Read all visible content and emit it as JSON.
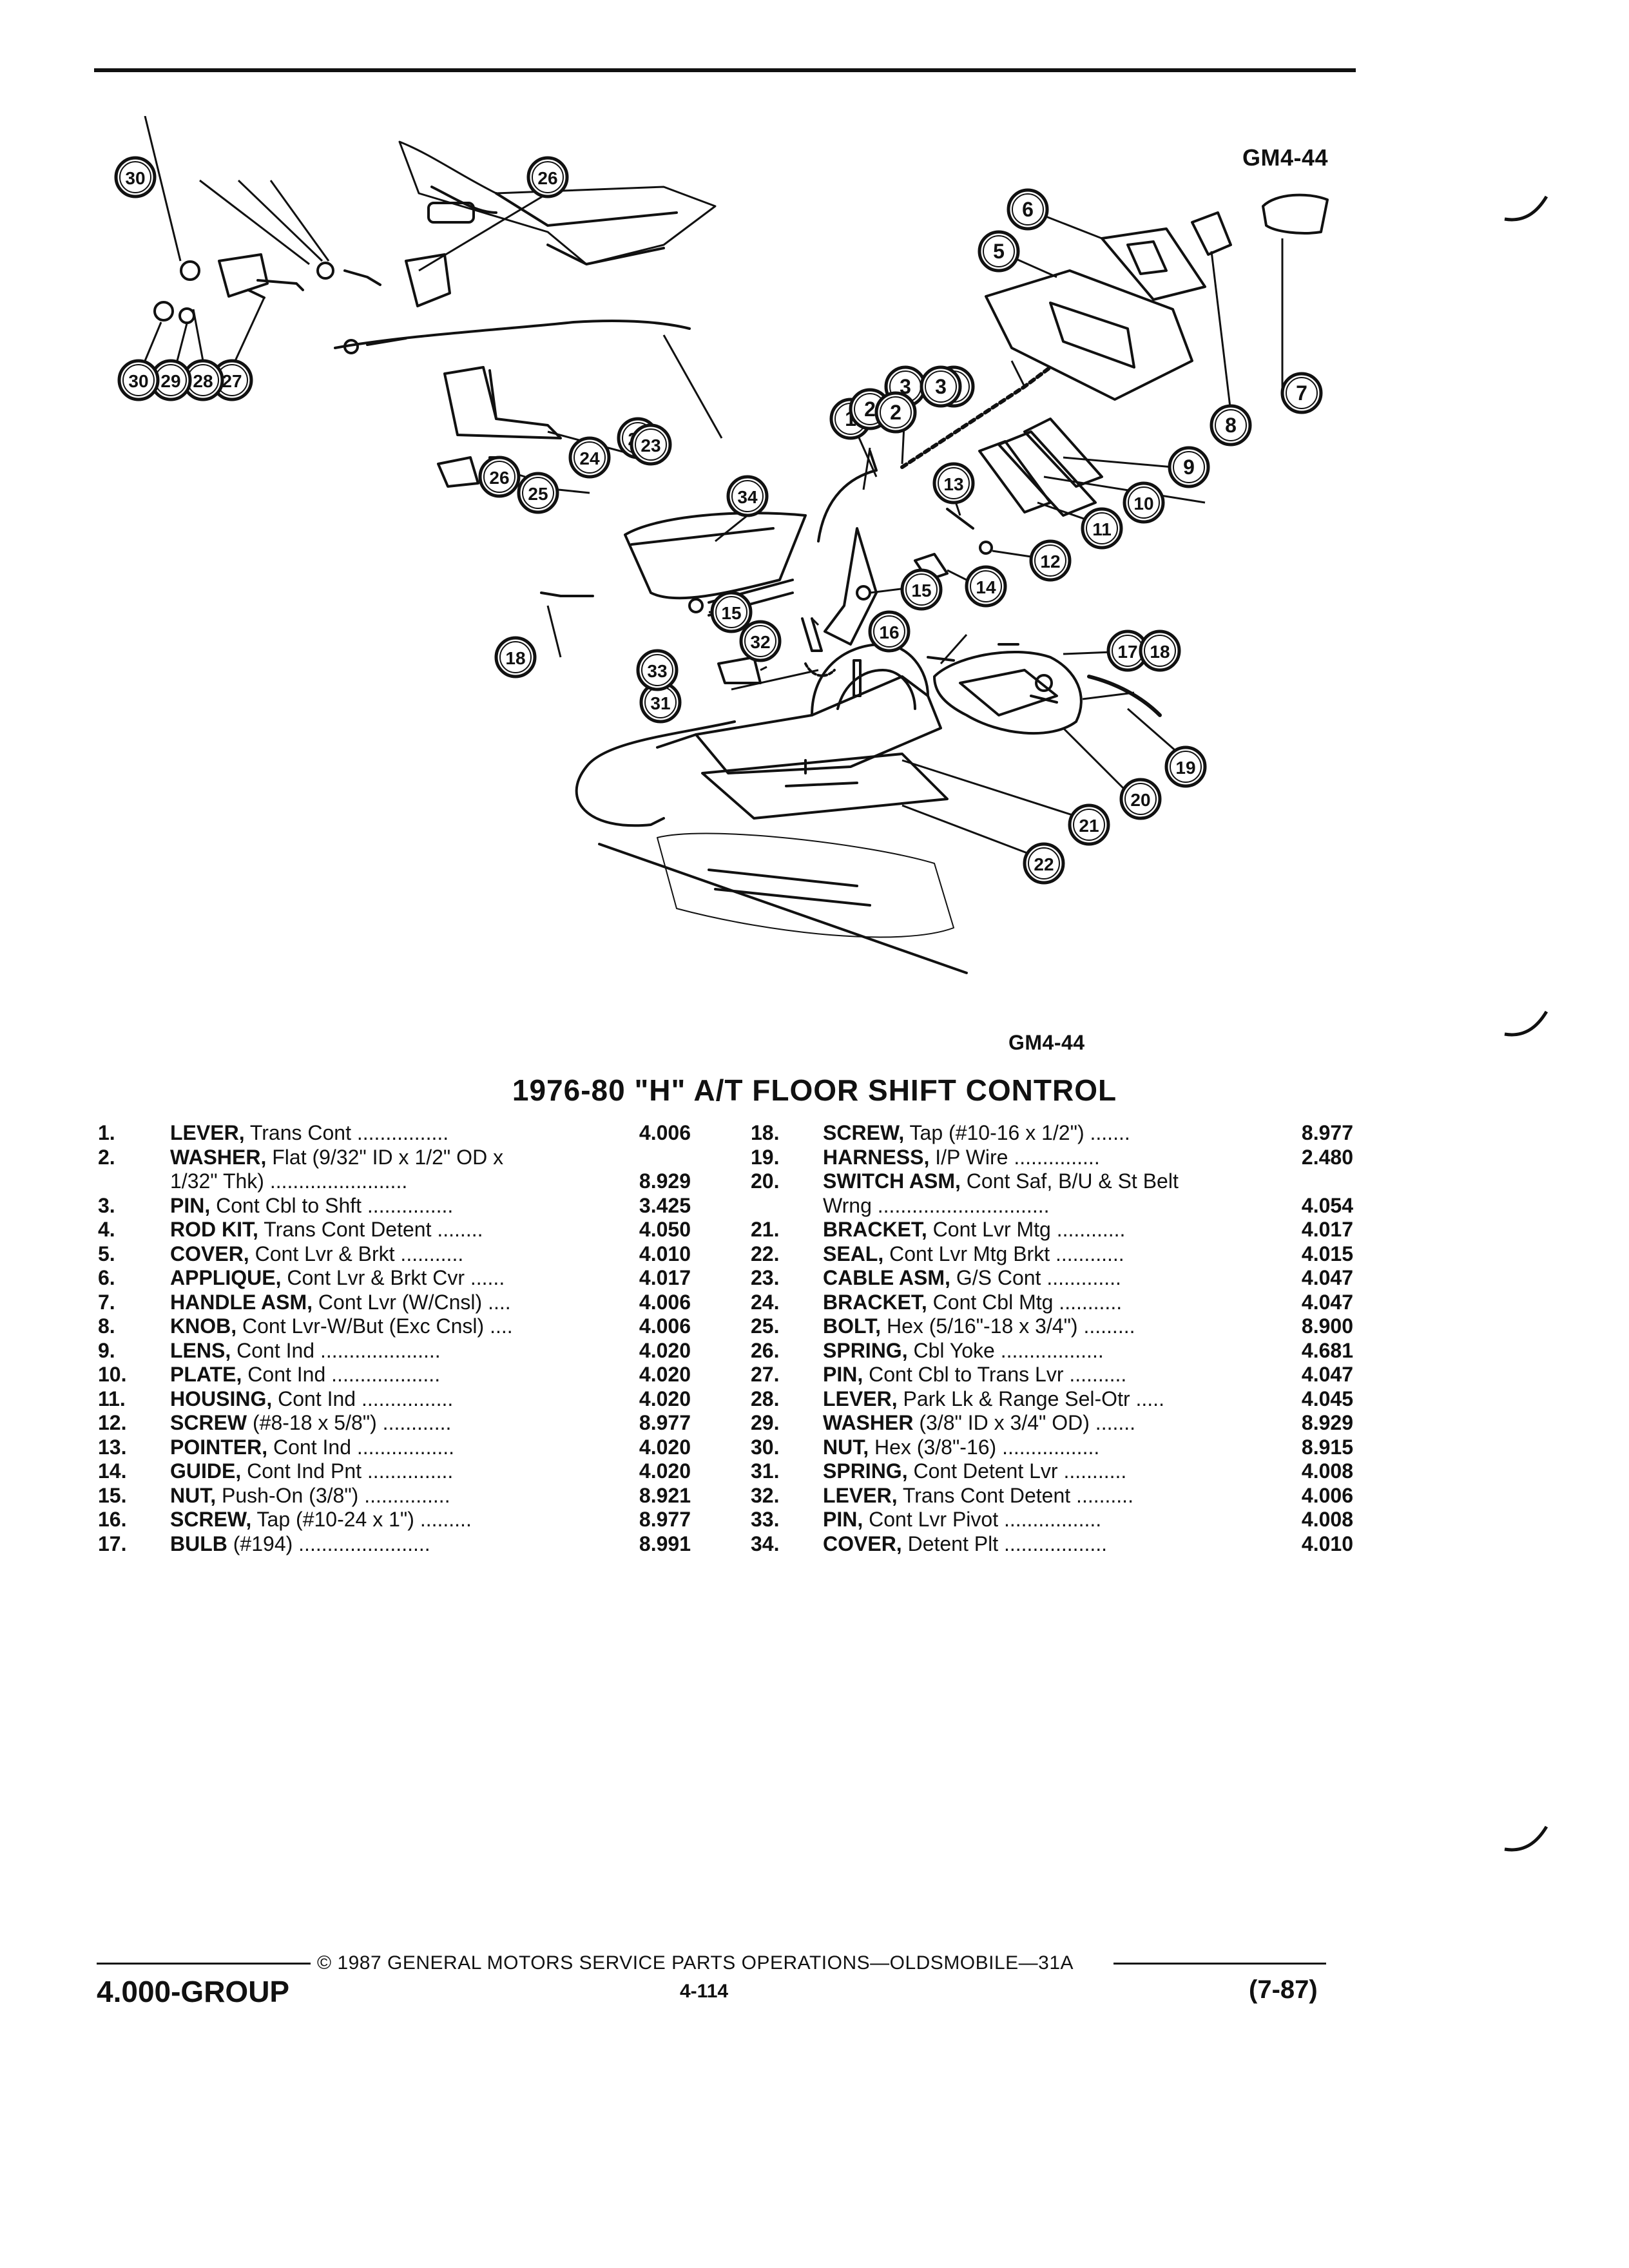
{
  "figure_id_top": "GM4-44",
  "figure_id_bottom": "GM4-44",
  "callouts": [
    "1",
    "2",
    "3",
    "4",
    "5",
    "6",
    "7",
    "8",
    "9",
    "10",
    "11",
    "12",
    "13",
    "14",
    "15",
    "15",
    "16",
    "17",
    "18",
    "18",
    "19",
    "20",
    "21",
    "22",
    "23",
    "23",
    "24",
    "25",
    "26",
    "26",
    "27",
    "28",
    "29",
    "30",
    "30",
    "31",
    "32",
    "33",
    "34",
    "2",
    "3"
  ],
  "title": "1976-80 \"H\" A/T FLOOR SHIFT CONTROL",
  "parts_left": [
    {
      "num": "1.",
      "name": "LEVER,",
      "desc": " Trans Cont ................",
      "val": "4.006"
    },
    {
      "num": "2.",
      "name": "WASHER,",
      "desc": " Flat (9/32\" ID x 1/2\" OD x",
      "val": ""
    },
    {
      "num": "",
      "name": "",
      "desc": "1/32\" Thk) ........................",
      "val": "8.929"
    },
    {
      "num": "3.",
      "name": "PIN,",
      "desc": " Cont Cbl to Shft ...............",
      "val": "3.425"
    },
    {
      "num": "4.",
      "name": "ROD KIT,",
      "desc": " Trans Cont Detent ........",
      "val": "4.050"
    },
    {
      "num": "5.",
      "name": "COVER,",
      "desc": " Cont Lvr & Brkt ...........",
      "val": "4.010"
    },
    {
      "num": "6.",
      "name": "APPLIQUE,",
      "desc": " Cont Lvr & Brkt Cvr ......",
      "val": "4.017"
    },
    {
      "num": "7.",
      "name": "HANDLE ASM,",
      "desc": " Cont Lvr (W/Cnsl) ....",
      "val": "4.006"
    },
    {
      "num": "8.",
      "name": "KNOB,",
      "desc": " Cont Lvr-W/But (Exc Cnsl) ....",
      "val": "4.006"
    },
    {
      "num": "9.",
      "name": "LENS,",
      "desc": " Cont Ind .....................",
      "val": "4.020"
    },
    {
      "num": "10.",
      "name": "PLATE,",
      "desc": " Cont Ind ...................",
      "val": "4.020"
    },
    {
      "num": "11.",
      "name": "HOUSING,",
      "desc": " Cont Ind ................",
      "val": "4.020"
    },
    {
      "num": "12.",
      "name": "SCREW",
      "desc": " (#8-18 x 5/8\") ............",
      "val": "8.977"
    },
    {
      "num": "13.",
      "name": "POINTER,",
      "desc": " Cont Ind .................",
      "val": "4.020"
    },
    {
      "num": "14.",
      "name": "GUIDE,",
      "desc": " Cont Ind Pnt ...............",
      "val": "4.020"
    },
    {
      "num": "15.",
      "name": "NUT,",
      "desc": " Push-On (3/8\") ...............",
      "val": "8.921"
    },
    {
      "num": "16.",
      "name": "SCREW,",
      "desc": " Tap (#10-24 x 1\") .........",
      "val": "8.977"
    },
    {
      "num": "17.",
      "name": "BULB",
      "desc": " (#194) .......................",
      "val": "8.991"
    }
  ],
  "parts_right": [
    {
      "num": "18.",
      "name": "SCREW,",
      "desc": " Tap (#10-16 x 1/2\") .......",
      "val": "8.977"
    },
    {
      "num": "19.",
      "name": "HARNESS,",
      "desc": " I/P Wire ...............",
      "val": "2.480"
    },
    {
      "num": "20.",
      "name": "SWITCH ASM,",
      "desc": " Cont Saf, B/U & St Belt",
      "val": ""
    },
    {
      "num": "",
      "name": "",
      "desc": "Wrng ..............................",
      "val": "4.054"
    },
    {
      "num": "21.",
      "name": "BRACKET,",
      "desc": " Cont Lvr Mtg ............",
      "val": "4.017"
    },
    {
      "num": "22.",
      "name": "SEAL,",
      "desc": " Cont Lvr Mtg Brkt ............",
      "val": "4.015"
    },
    {
      "num": "23.",
      "name": "CABLE ASM,",
      "desc": " G/S Cont .............",
      "val": "4.047"
    },
    {
      "num": "24.",
      "name": "BRACKET,",
      "desc": " Cont Cbl Mtg ...........",
      "val": "4.047"
    },
    {
      "num": "25.",
      "name": "BOLT,",
      "desc": " Hex (5/16\"-18 x 3/4\") .........",
      "val": "8.900"
    },
    {
      "num": "26.",
      "name": "SPRING,",
      "desc": " Cbl Yoke ..................",
      "val": "4.681"
    },
    {
      "num": "27.",
      "name": "PIN,",
      "desc": " Cont Cbl to Trans Lvr ..........",
      "val": "4.047"
    },
    {
      "num": "28.",
      "name": "LEVER,",
      "desc": " Park Lk & Range Sel-Otr .....",
      "val": "4.045"
    },
    {
      "num": "29.",
      "name": "WASHER",
      "desc": " (3/8\" ID x 3/4\" OD) .......",
      "val": "8.929"
    },
    {
      "num": "30.",
      "name": "NUT,",
      "desc": " Hex (3/8\"-16) .................",
      "val": "8.915"
    },
    {
      "num": "31.",
      "name": "SPRING,",
      "desc": " Cont Detent Lvr ...........",
      "val": "4.008"
    },
    {
      "num": "32.",
      "name": "LEVER,",
      "desc": " Trans Cont Detent ..........",
      "val": "4.006"
    },
    {
      "num": "33.",
      "name": "PIN,",
      "desc": " Cont Lvr Pivot .................",
      "val": "4.008"
    },
    {
      "num": "34.",
      "name": "COVER,",
      "desc": " Detent Plt ..................",
      "val": "4.010"
    }
  ],
  "footer": {
    "copyright": "© 1987 GENERAL MOTORS SERVICE PARTS OPERATIONS—OLDSMOBILE—31A",
    "group": "4.000-GROUP",
    "page": "4-114",
    "date": "(7-87)"
  }
}
